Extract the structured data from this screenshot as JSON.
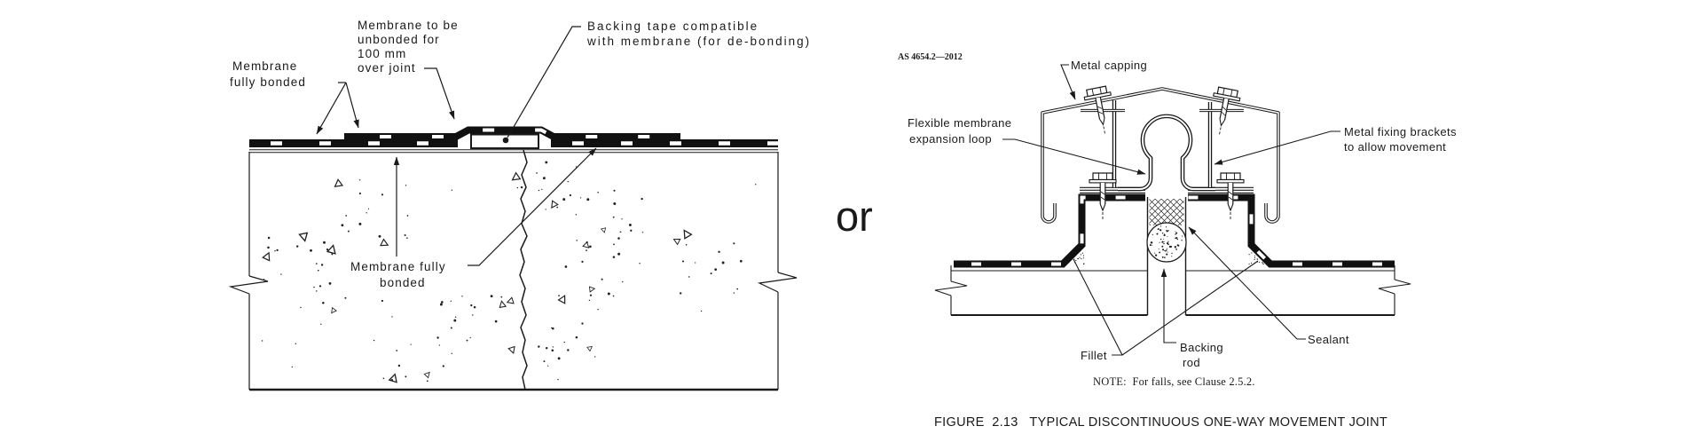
{
  "colors": {
    "ink": "#1a1a1a",
    "paper": "#ffffff"
  },
  "separator": {
    "or_label": "or"
  },
  "header": {
    "standard_ref": "AS 4654.2—2012"
  },
  "figure": {
    "note": "NOTE:  For falls, see Clause 2.5.2.",
    "caption": "FIGURE  2.13   TYPICAL DISCONTINUOUS ONE-WAY MOVEMENT JOINT"
  },
  "left_diagram": {
    "labels": {
      "membrane_fully_bonded_left": {
        "lines": [
          "Membrane",
          "fully bonded"
        ]
      },
      "membrane_unbonded": {
        "lines": [
          "Membrane to be",
          "unbonded for",
          "100 mm",
          "over joint"
        ]
      },
      "backing_tape": {
        "lines": [
          "Backing tape compatible",
          "with membrane (for de-bonding)"
        ]
      },
      "membrane_fully_bonded_centre": {
        "lines": [
          "Membrane fully",
          "bonded"
        ]
      }
    }
  },
  "right_diagram": {
    "labels": {
      "metal_capping": "Metal capping",
      "flexible_membrane": {
        "lines": [
          "Flexible membrane",
          "expansion loop"
        ]
      },
      "metal_fixing_brackets": {
        "lines": [
          "Metal fixing brackets",
          "to allow movement"
        ]
      },
      "fillet": "Fillet",
      "backing_rod": {
        "lines": [
          "Backing",
          "rod"
        ]
      },
      "sealant": "Sealant"
    }
  }
}
